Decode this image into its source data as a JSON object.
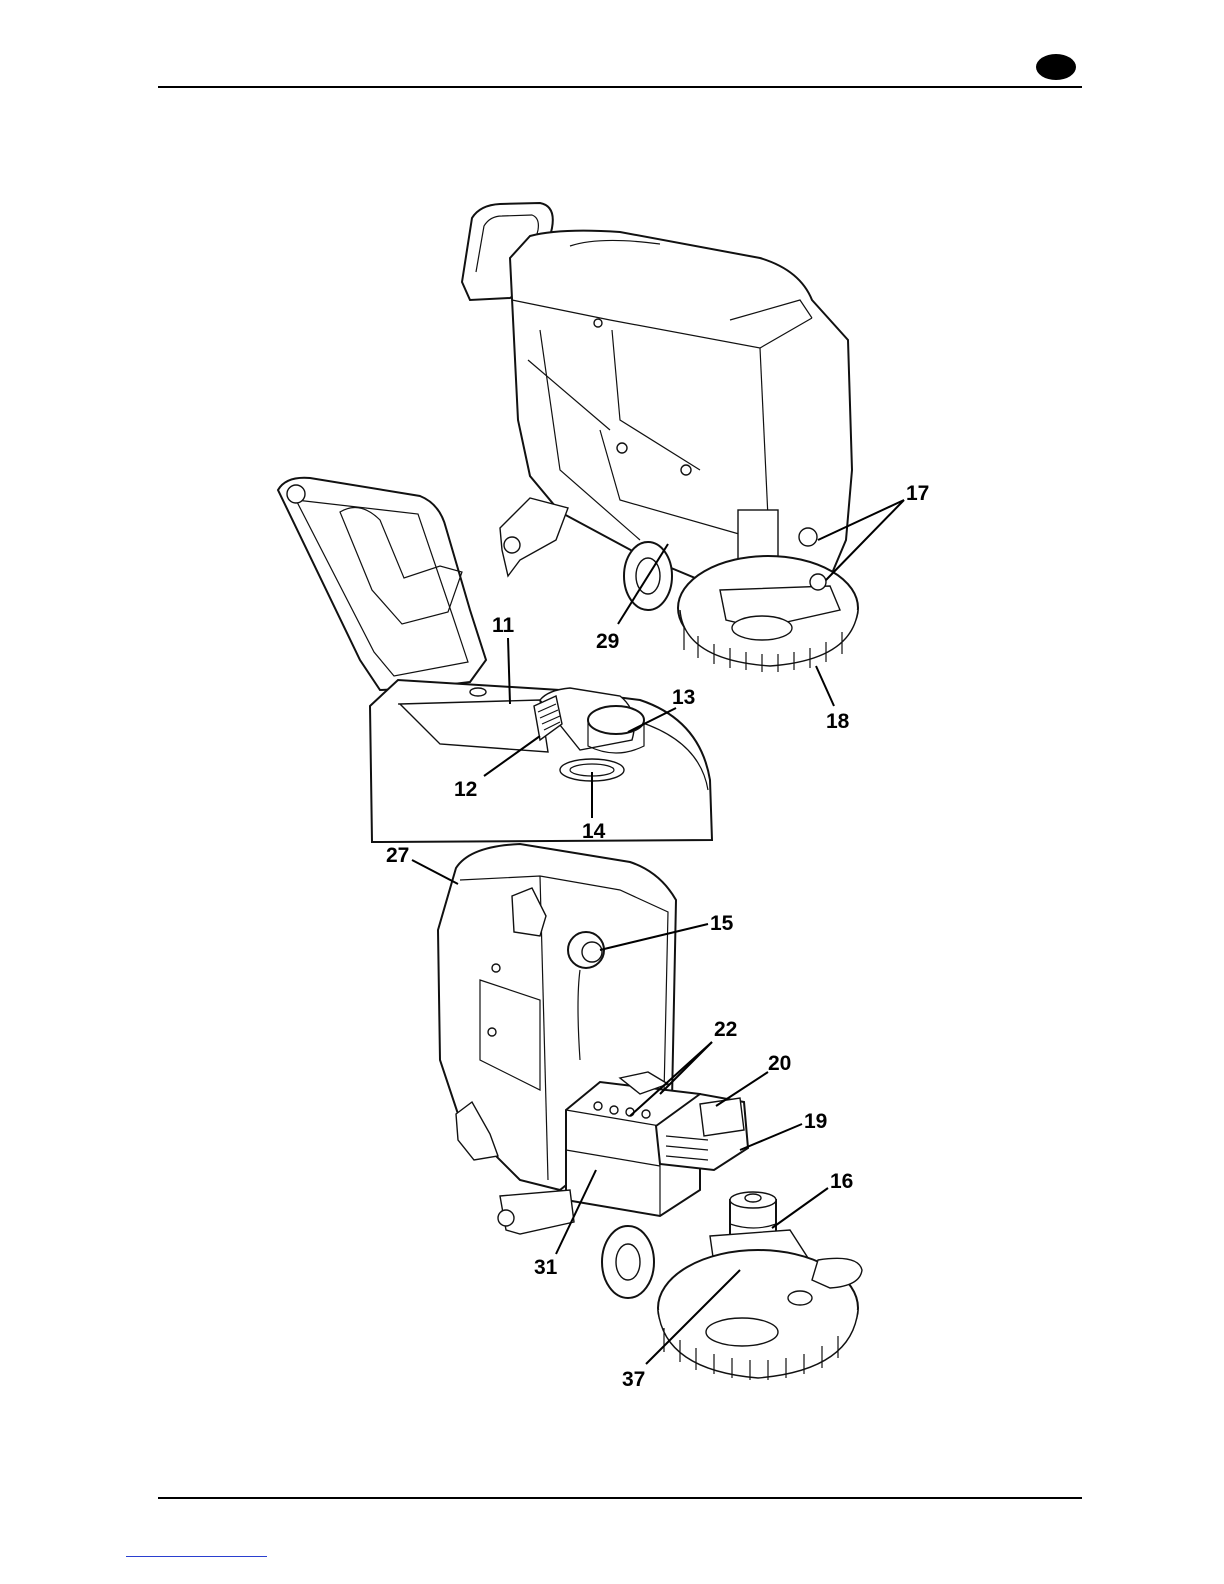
{
  "callouts": [
    {
      "id": "11",
      "label": "11"
    },
    {
      "id": "12",
      "label": "12"
    },
    {
      "id": "13",
      "label": "13"
    },
    {
      "id": "14",
      "label": "14"
    },
    {
      "id": "15",
      "label": "15"
    },
    {
      "id": "16",
      "label": "16"
    },
    {
      "id": "17",
      "label": "17"
    },
    {
      "id": "18",
      "label": "18"
    },
    {
      "id": "19",
      "label": "19"
    },
    {
      "id": "20",
      "label": "20"
    },
    {
      "id": "22",
      "label": "22"
    },
    {
      "id": "27",
      "label": "27"
    },
    {
      "id": "29",
      "label": "29"
    },
    {
      "id": "31",
      "label": "31"
    },
    {
      "id": "37",
      "label": "37"
    }
  ],
  "colors": {
    "ink": "#000000",
    "paper": "#ffffff",
    "link": "#2a3fcf"
  }
}
